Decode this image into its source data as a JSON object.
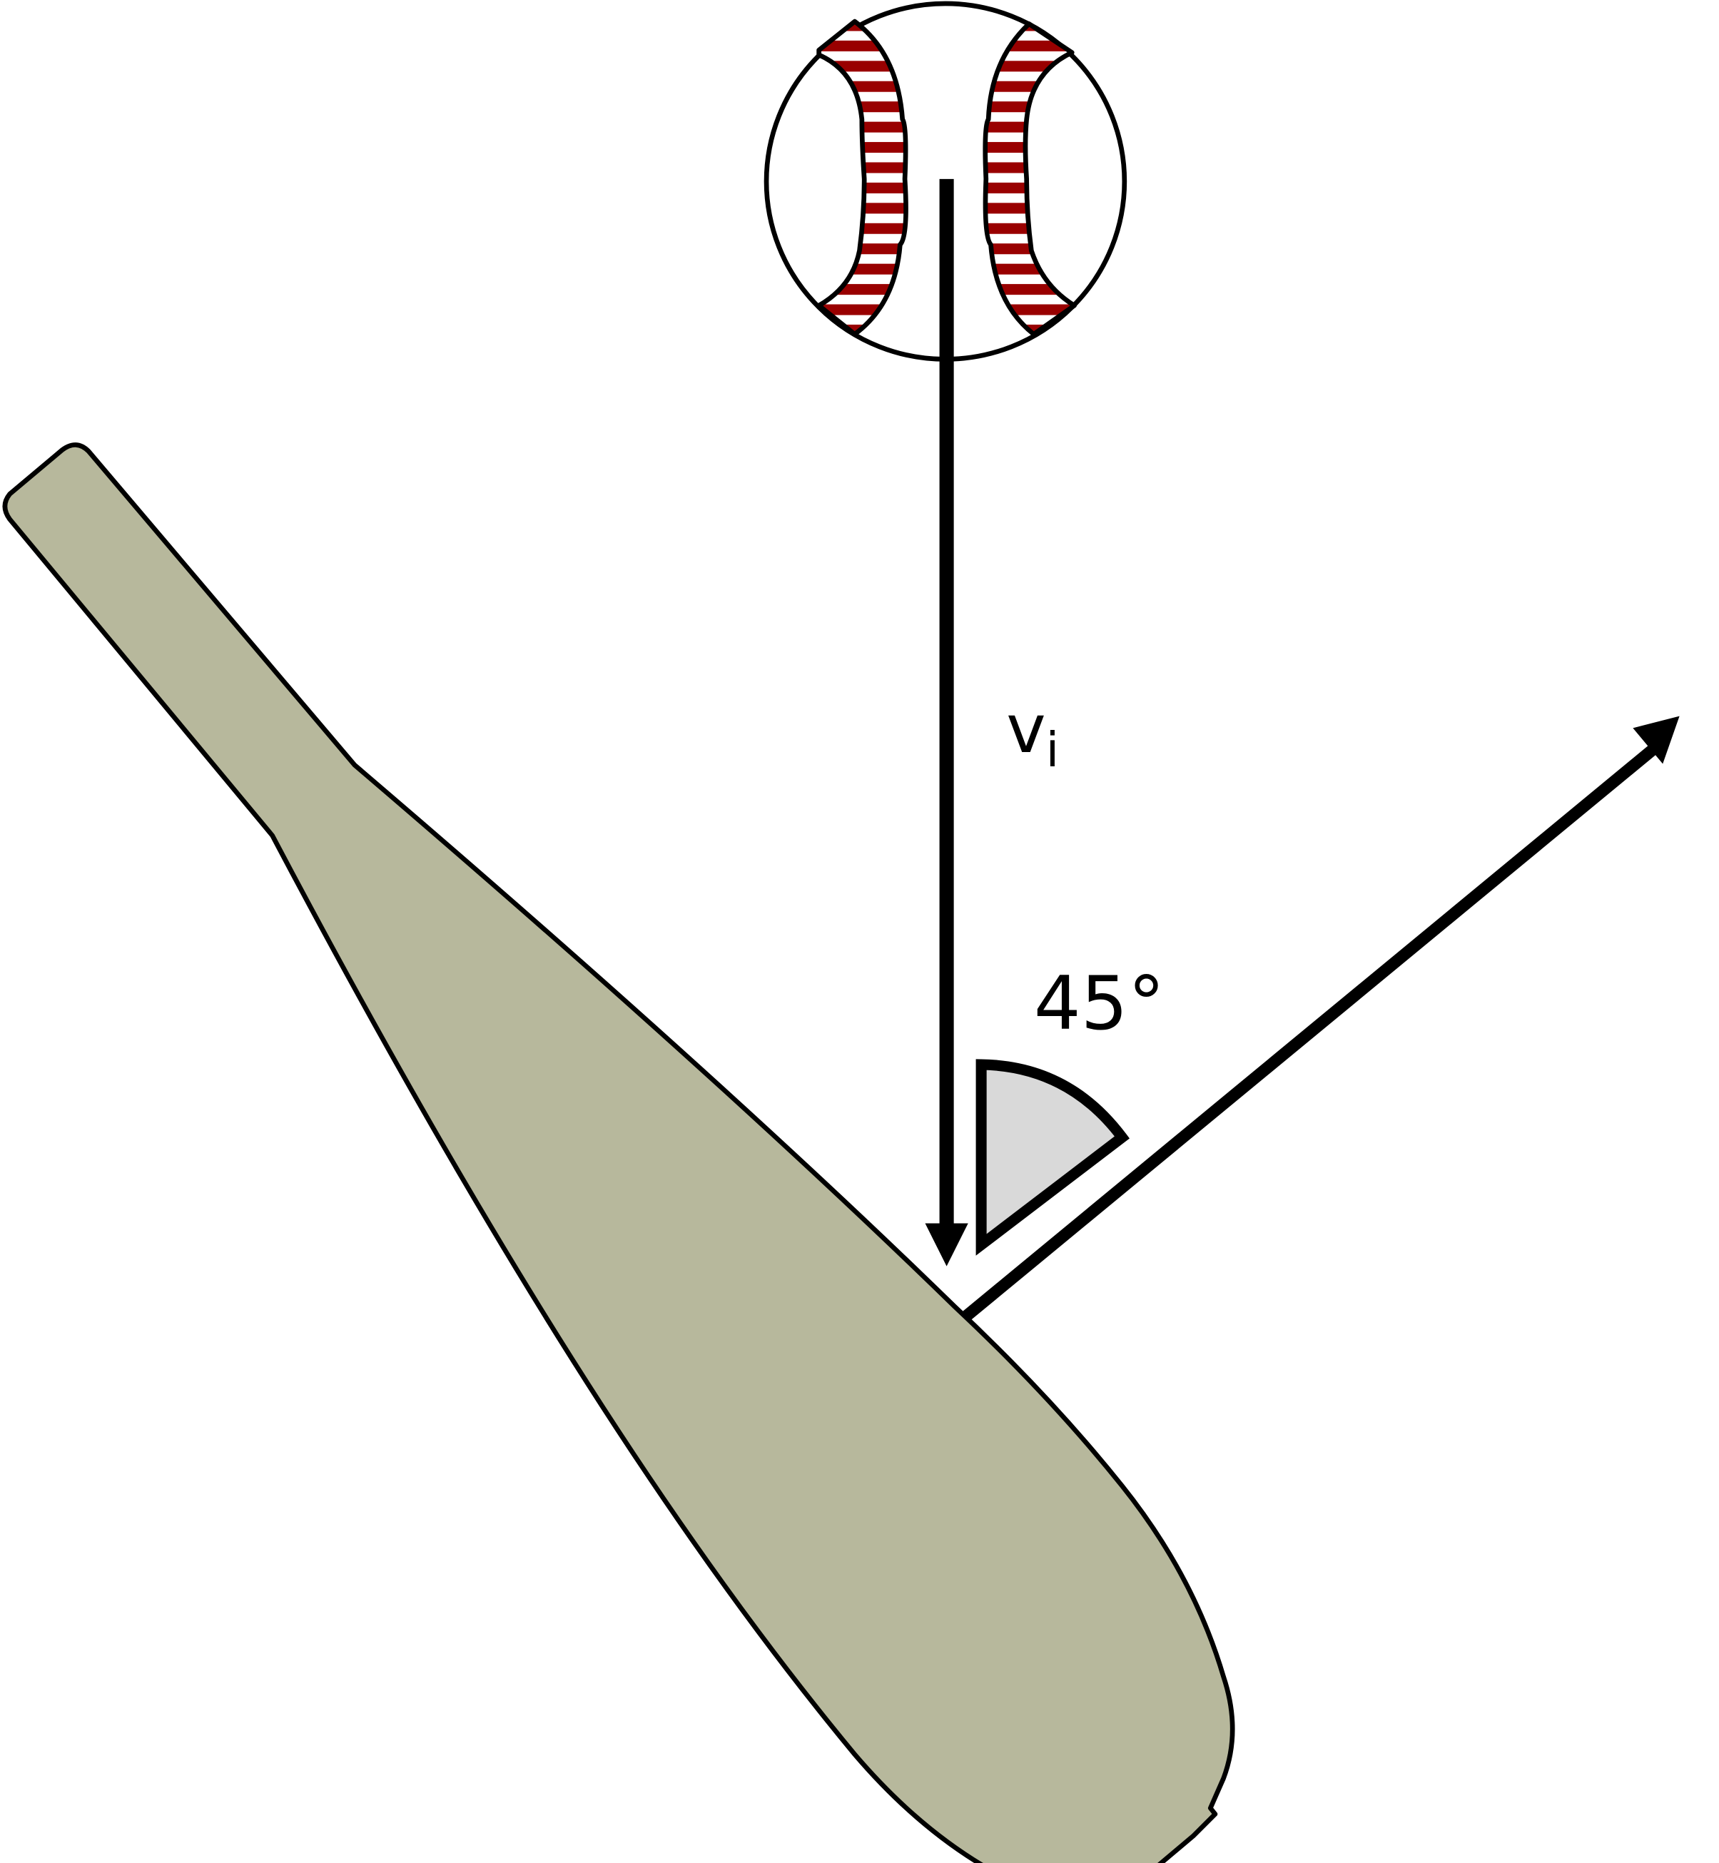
{
  "labels": {
    "initial_velocity": "v",
    "initial_velocity_subscript": "i",
    "angle": "45°"
  },
  "colors": {
    "bat_fill": "#b7b89c",
    "seam_stripe": "#990000",
    "angle_fill": "#d9d9d9",
    "stroke": "#000000"
  }
}
